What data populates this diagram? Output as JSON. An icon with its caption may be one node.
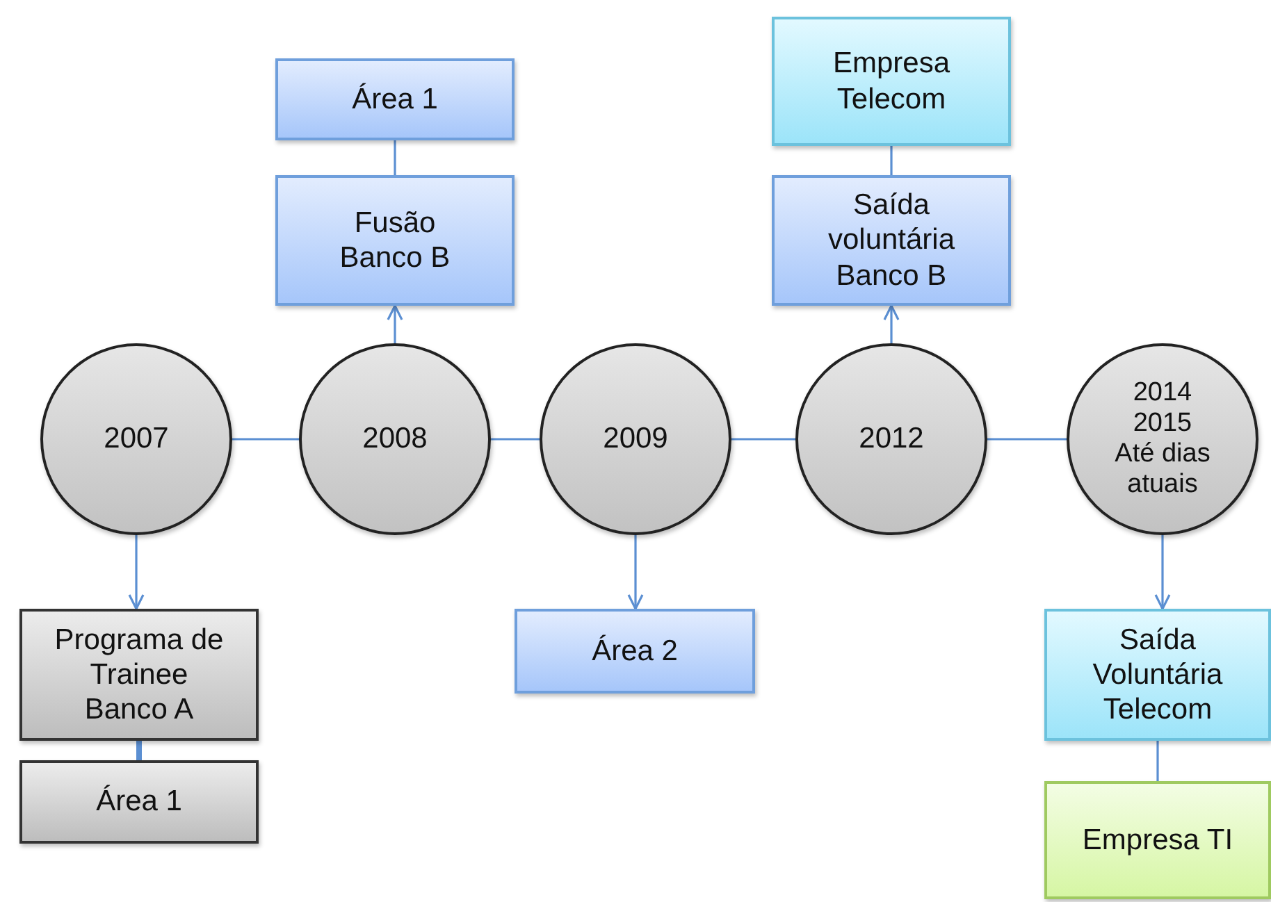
{
  "diagram": {
    "nodes": [
      {
        "text": [
          "Empresa Telecom"
        ]
      },
      {
        "text": [
          "Área 1"
        ]
      },
      {
        "text": [
          "Fusão Banco B"
        ]
      },
      {
        "text": [
          "Saída voluntária Banco B"
        ]
      },
      {
        "text": [
          "2007"
        ]
      },
      {
        "text": [
          "2008"
        ]
      },
      {
        "text": [
          "2009"
        ]
      },
      {
        "text": [
          "2012"
        ]
      },
      {
        "text": [
          "2014",
          "2015",
          "Até dias atuais"
        ]
      },
      {
        "text": [
          "Programa de Trainee Banco A"
        ]
      },
      {
        "text": [
          "Área 2"
        ]
      },
      {
        "text": [
          "Saída Voluntária Telecom"
        ]
      },
      {
        "text": [
          "Área 1"
        ]
      },
      {
        "text": [
          "Empresa TI"
        ]
      }
    ],
    "edges": [
      {
        "from": 4,
        "to": 5,
        "arrow": "none"
      },
      {
        "from": 5,
        "to": 6,
        "arrow": "none"
      },
      {
        "from": 6,
        "to": 7,
        "arrow": "none"
      },
      {
        "from": 7,
        "to": 8,
        "arrow": "none"
      },
      {
        "from": 5,
        "to": 2,
        "arrow": "to"
      },
      {
        "from": 2,
        "to": 1,
        "arrow": "none"
      },
      {
        "from": 7,
        "to": 3,
        "arrow": "to"
      },
      {
        "from": 3,
        "to": 0,
        "arrow": "none"
      },
      {
        "from": 4,
        "to": 9,
        "arrow": "to"
      },
      {
        "from": 9,
        "to": 12,
        "arrow": "none",
        "style": "thick"
      },
      {
        "from": 6,
        "to": 10,
        "arrow": "to"
      },
      {
        "from": 8,
        "to": 11,
        "arrow": "to"
      },
      {
        "from": 11,
        "to": 13,
        "arrow": "none"
      }
    ]
  }
}
